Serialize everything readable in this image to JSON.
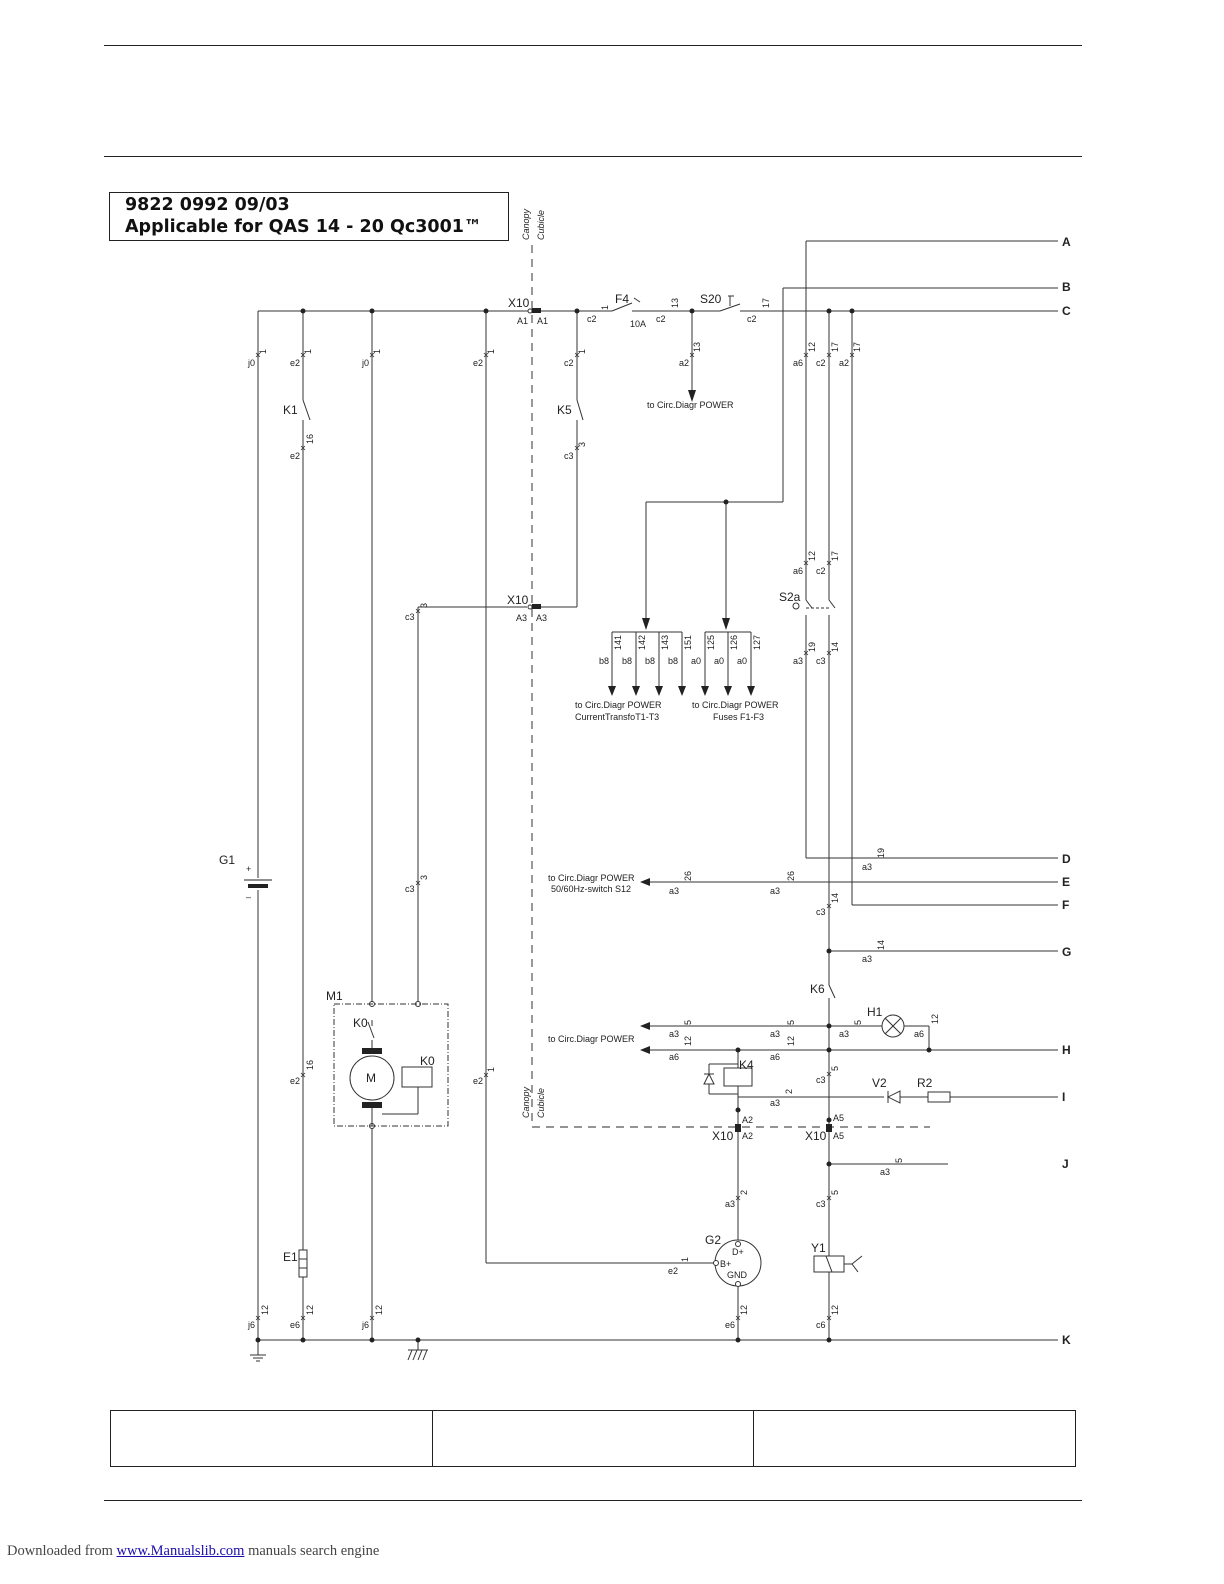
{
  "header": {
    "doc_number": "9822 0992 09/03",
    "applicability": "Applicable for QAS 14 - 20 Qc3001™"
  },
  "zones": {
    "canopy": "Canopy",
    "cubicle": "Cubicle"
  },
  "components": {
    "G1": "G1",
    "K1": "K1",
    "K5": "K5",
    "F4": "F4",
    "F4_rating": "10A",
    "S20": "S20",
    "S2a": "S2a",
    "X10": "X10",
    "M1": "M1",
    "K0": "K0",
    "motor": "M",
    "E1": "E1",
    "K6": "K6",
    "H1": "H1",
    "K4": "K4",
    "V2": "V2",
    "R2": "R2",
    "G2": "G2",
    "Y1": "Y1",
    "G2_dplus": "D+",
    "G2_bplus": "B+",
    "G2_gnd": "GND",
    "battery_plus": "+",
    "battery_minus": "–"
  },
  "terminals": {
    "A1": "A1",
    "A2": "A2",
    "A3": "A3",
    "A5": "A5"
  },
  "line_labels": [
    "A",
    "B",
    "C",
    "D",
    "E",
    "F",
    "G",
    "H",
    "I",
    "J",
    "K"
  ],
  "wire_refs": {
    "j0": "j0",
    "j6": "j6",
    "e2": "e2",
    "e6": "e6",
    "c2": "c2",
    "c3": "c3",
    "c6": "c6",
    "a0": "a0",
    "a2": "a2",
    "a3": "a3",
    "a6": "a6",
    "b8": "b8",
    "n1": "1",
    "n2": "2",
    "n3": "3",
    "n5": "5",
    "n12": "12",
    "n13": "13",
    "n14": "14",
    "n16": "16",
    "n17": "17",
    "n19": "19",
    "n26": "26",
    "n125": "125",
    "n126": "126",
    "n127": "127",
    "n141": "141",
    "n142": "142",
    "n143": "143",
    "n151": "151"
  },
  "notes": {
    "power": "to Circ.Diagr POWER",
    "current_transfo": "CurrentTransfoT1-T3",
    "fuses": "Fuses F1-F3",
    "hz_switch": "50/60Hz-switch S12"
  },
  "footer": {
    "text": "Downloaded from",
    "link": "www.Manualslib.com",
    "suffix": "manuals search engine"
  }
}
